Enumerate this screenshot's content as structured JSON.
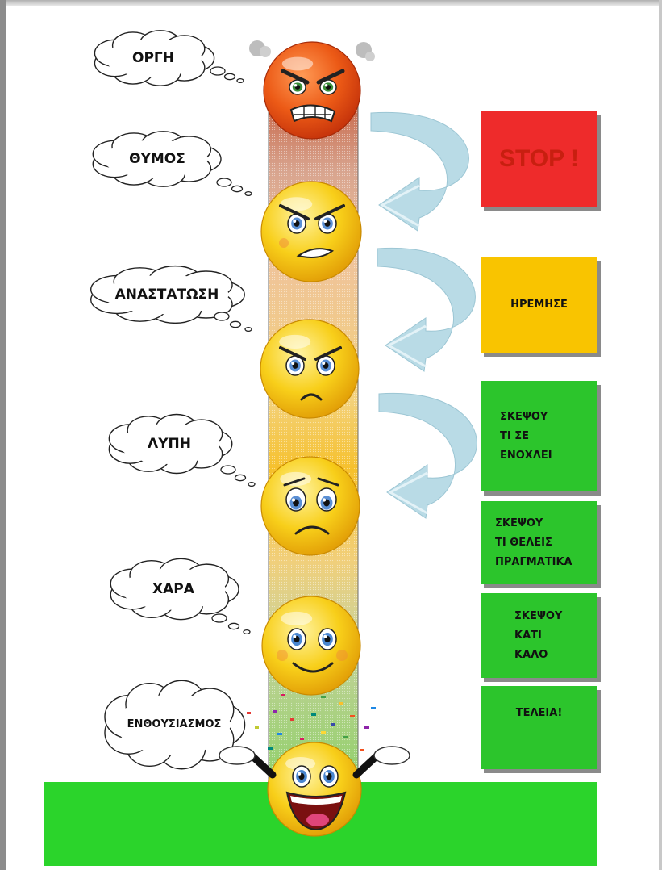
{
  "emotions": [
    {
      "label": "ΟΡΓΗ"
    },
    {
      "label": "ΘΥΜΟΣ"
    },
    {
      "label": "ΑΝΑΣΤΑΤΩΣΗ"
    },
    {
      "label": "ΛΥΠΗ"
    },
    {
      "label": "ΧΑΡΑ"
    },
    {
      "label": "ΕΝΘΟΥΣΙΑΣΜΟΣ"
    }
  ],
  "notes": [
    {
      "lines": [
        "STOP !"
      ],
      "color": "#ee2b2b"
    },
    {
      "lines": [
        "ΗΡΕΜΗΣΕ"
      ],
      "color": "#f9c400"
    },
    {
      "lines": [
        "ΣΚΕΨΟΥ",
        "ΤΙ ΣΕ",
        "ΕΝΟΧΛΕΙ"
      ],
      "color": "#2cc52c"
    },
    {
      "lines": [
        "ΣΚΕΨΟΥ",
        "ΤΙ ΘΕΛΕΙΣ",
        "ΠΡΑΓΜΑΤΙΚΑ"
      ],
      "color": "#2cc52c"
    },
    {
      "lines": [
        "ΣΚΕΨΟΥ",
        "ΚΑΤΙ",
        "ΚΑΛΟ"
      ],
      "color": "#2cc52c"
    },
    {
      "lines": [
        "ΤΕΛΕΙΑ!"
      ],
      "color": "#2cc52c"
    }
  ],
  "colors": {
    "angry_face": "#e24a10",
    "face_yellow": "#f7c20e",
    "ground": "#2bd42b",
    "arrow": "#b9dbe6"
  }
}
